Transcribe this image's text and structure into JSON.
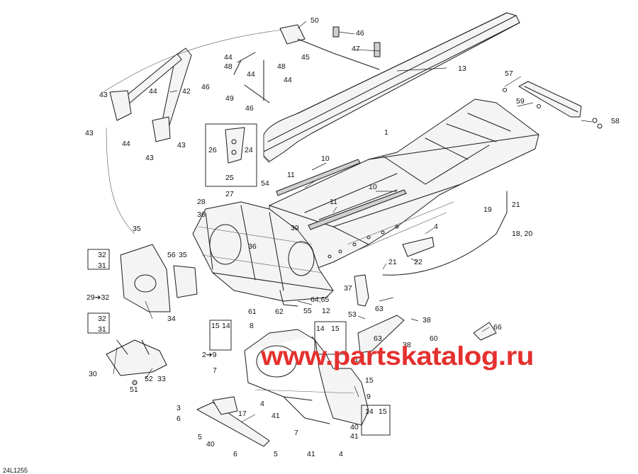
{
  "diagram": {
    "code": "24L1255",
    "watermark": "www.partskatalog.ru",
    "callouts": [
      {
        "id": "c50",
        "text": "50"
      },
      {
        "id": "c46a",
        "text": "46"
      },
      {
        "id": "c47",
        "text": "47"
      },
      {
        "id": "c45",
        "text": "45"
      },
      {
        "id": "c13",
        "text": "13"
      },
      {
        "id": "c44a",
        "text": "44"
      },
      {
        "id": "c48a",
        "text": "48"
      },
      {
        "id": "c48b",
        "text": "48"
      },
      {
        "id": "c44b",
        "text": "44"
      },
      {
        "id": "c46b",
        "text": "46"
      },
      {
        "id": "c49",
        "text": "49"
      },
      {
        "id": "c46c",
        "text": "46"
      },
      {
        "id": "c44c",
        "text": "44"
      },
      {
        "id": "c42",
        "text": "42"
      },
      {
        "id": "c43a",
        "text": "43"
      },
      {
        "id": "c44d",
        "text": "44"
      },
      {
        "id": "c43b",
        "text": "43"
      },
      {
        "id": "c44e",
        "text": "44"
      },
      {
        "id": "c43c",
        "text": "43"
      },
      {
        "id": "c43d",
        "text": "43"
      },
      {
        "id": "c57",
        "text": "57"
      },
      {
        "id": "c59",
        "text": "59"
      },
      {
        "id": "c58",
        "text": "58"
      },
      {
        "id": "c1",
        "text": "1"
      },
      {
        "id": "c26",
        "text": "26"
      },
      {
        "id": "c24",
        "text": "24"
      },
      {
        "id": "c25",
        "text": "25"
      },
      {
        "id": "c10a",
        "text": "10"
      },
      {
        "id": "c11a",
        "text": "11"
      },
      {
        "id": "c54",
        "text": "54"
      },
      {
        "id": "c10b",
        "text": "10"
      },
      {
        "id": "c11b",
        "text": "11"
      },
      {
        "id": "c27",
        "text": "27"
      },
      {
        "id": "c28",
        "text": "28"
      },
      {
        "id": "c36a",
        "text": "36"
      },
      {
        "id": "c21a",
        "text": "21"
      },
      {
        "id": "c19",
        "text": "19"
      },
      {
        "id": "c18_20",
        "text": "18, 20"
      },
      {
        "id": "c4a",
        "text": "4"
      },
      {
        "id": "c35a",
        "text": "35"
      },
      {
        "id": "c39",
        "text": "39"
      },
      {
        "id": "c36b",
        "text": "36"
      },
      {
        "id": "c32a",
        "text": "32"
      },
      {
        "id": "c31a",
        "text": "31"
      },
      {
        "id": "c56",
        "text": "56"
      },
      {
        "id": "c35b",
        "text": "35"
      },
      {
        "id": "c22",
        "text": "22"
      },
      {
        "id": "c21b",
        "text": "21"
      },
      {
        "id": "c29_32",
        "text": "29➔32"
      },
      {
        "id": "c37",
        "text": "37"
      },
      {
        "id": "c64_65",
        "text": "64,65"
      },
      {
        "id": "c34",
        "text": "34"
      },
      {
        "id": "c61",
        "text": "61"
      },
      {
        "id": "c62",
        "text": "62"
      },
      {
        "id": "c55",
        "text": "55"
      },
      {
        "id": "c12",
        "text": "12"
      },
      {
        "id": "c63a",
        "text": "63"
      },
      {
        "id": "c53",
        "text": "53"
      },
      {
        "id": "c38a",
        "text": "38"
      },
      {
        "id": "c63b",
        "text": "63"
      },
      {
        "id": "c60",
        "text": "60"
      },
      {
        "id": "c38b",
        "text": "38"
      },
      {
        "id": "c66",
        "text": "66"
      },
      {
        "id": "c32b",
        "text": "32"
      },
      {
        "id": "c31b",
        "text": "31"
      },
      {
        "id": "c15a",
        "text": "15"
      },
      {
        "id": "c14a",
        "text": "14"
      },
      {
        "id": "c8",
        "text": "8"
      },
      {
        "id": "c14b",
        "text": "14"
      },
      {
        "id": "c15b",
        "text": "15"
      },
      {
        "id": "c2_9",
        "text": "2➔9"
      },
      {
        "id": "c14c",
        "text": "14"
      },
      {
        "id": "c30",
        "text": "30"
      },
      {
        "id": "c7a",
        "text": "7"
      },
      {
        "id": "c52",
        "text": "52"
      },
      {
        "id": "c33",
        "text": "33"
      },
      {
        "id": "c51",
        "text": "51"
      },
      {
        "id": "c15c",
        "text": "15"
      },
      {
        "id": "c9",
        "text": "9"
      },
      {
        "id": "c3",
        "text": "3"
      },
      {
        "id": "c4b",
        "text": "4"
      },
      {
        "id": "c17",
        "text": "17"
      },
      {
        "id": "c6a",
        "text": "6"
      },
      {
        "id": "c41a",
        "text": "41"
      },
      {
        "id": "c14d",
        "text": "14"
      },
      {
        "id": "c15d",
        "text": "15"
      },
      {
        "id": "c5a",
        "text": "5"
      },
      {
        "id": "c40a",
        "text": "40"
      },
      {
        "id": "c40b",
        "text": "40"
      },
      {
        "id": "c7b",
        "text": "7"
      },
      {
        "id": "c41b",
        "text": "41"
      },
      {
        "id": "c6b",
        "text": "6"
      },
      {
        "id": "c5b",
        "text": "5"
      },
      {
        "id": "c41c",
        "text": "41"
      },
      {
        "id": "c4c",
        "text": "4"
      }
    ]
  }
}
